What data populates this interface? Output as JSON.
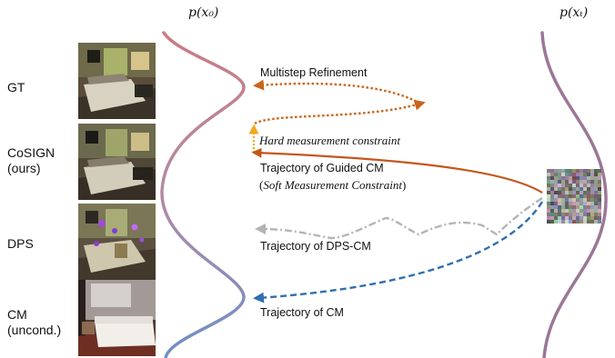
{
  "axis": {
    "px0": "p(x₀)",
    "pxt": "p(xₜ)"
  },
  "rows": [
    {
      "label_line1": "GT",
      "label_line2": ""
    },
    {
      "label_line1": "CoSIGN",
      "label_line2": "(ours)"
    },
    {
      "label_line1": "DPS",
      "label_line2": ""
    },
    {
      "label_line1": "CM",
      "label_line2": "(uncond.)"
    }
  ],
  "annotations": {
    "multistep": "Multistep Refinement",
    "hard": "Hard measurement constraint",
    "guided_line1": "Trajectory of Guided CM",
    "guided_open": "(",
    "guided_italic": "Soft Measurement Constraint",
    "guided_close": ")",
    "dps": "Trajectory of DPS-CM",
    "cm": "Trajectory of CM"
  },
  "colors": {
    "dist_top": "#c97b83",
    "dist_bottom": "#6d8fc7",
    "dist_right": "#9b7797",
    "multistep": "#c9651a",
    "hard": "#f2a81d",
    "guided": "#c4561b",
    "dps": "#b4b4b4",
    "cm": "#2f6fb0"
  }
}
